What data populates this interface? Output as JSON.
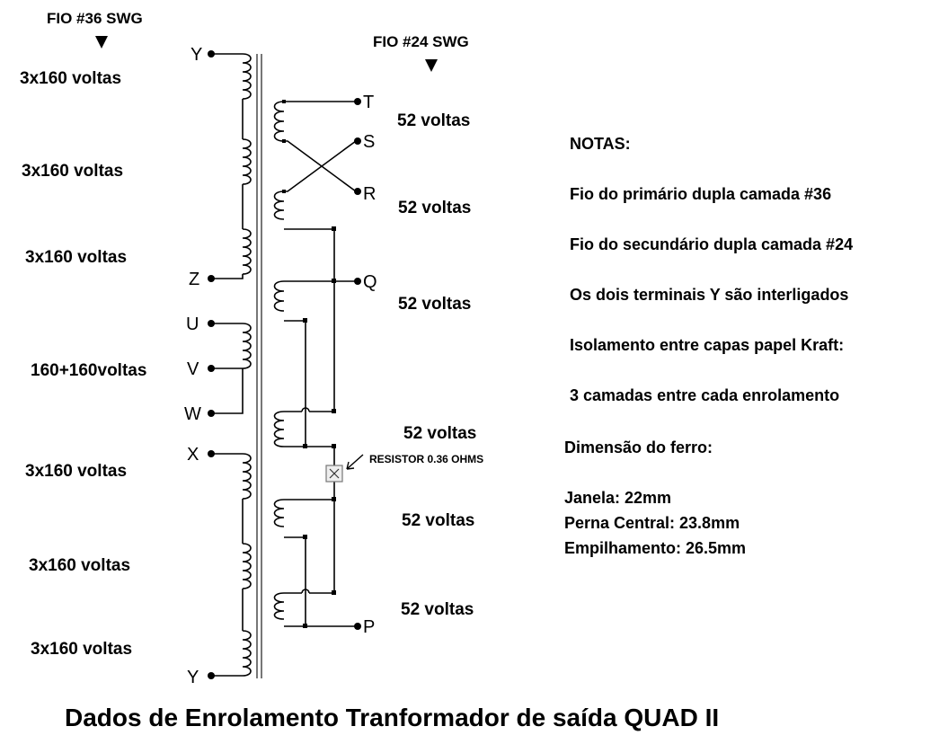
{
  "title": "Dados de Enrolamento Tranformador de saída QUAD II",
  "primary": {
    "header": "FIO #36 SWG",
    "windings": [
      "3x160 voltas",
      "3x160 voltas",
      "3x160 voltas",
      "160+160voltas",
      "3x160 voltas",
      "3x160 voltas",
      "3x160 voltas"
    ],
    "terminals": [
      "Y",
      "Z",
      "U",
      "V",
      "W",
      "X",
      "Y"
    ]
  },
  "secondary": {
    "header": "FIO #24 SWG",
    "windings": [
      "52 voltas",
      "52 voltas",
      "52 voltas",
      "52 voltas",
      "52 voltas",
      "52 voltas"
    ],
    "terminals": [
      "T",
      "S",
      "R",
      "Q",
      "P"
    ],
    "resistor_label": "RESISTOR 0.36 OHMS"
  },
  "notes": {
    "heading": "NOTAS:",
    "lines": [
      "Fio do primário dupla camada #36",
      "Fio do secundário dupla camada #24",
      "Os dois terminais Y são interligados",
      "Isolamento entre capas papel Kraft:",
      "3 camadas entre cada enrolamento"
    ],
    "core_heading": "Dimensão do ferro:",
    "core_lines": [
      "Janela:  22mm",
      "Perna Central: 23.8mm",
      "Empilhamento: 26.5mm"
    ]
  }
}
